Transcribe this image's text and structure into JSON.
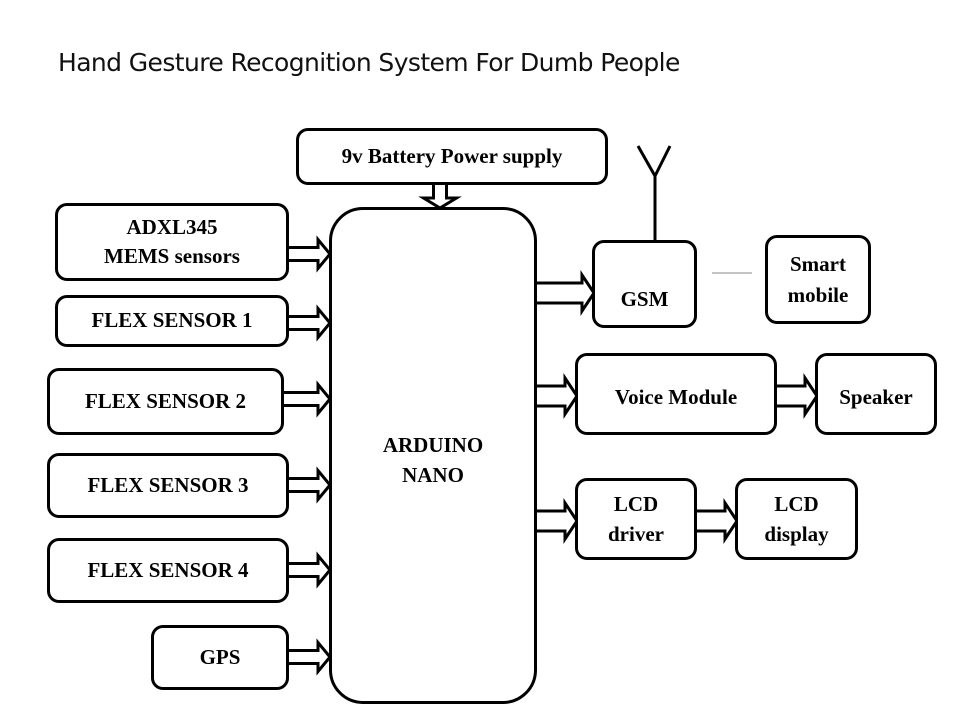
{
  "title": "Hand Gesture Recognition System For Dumb People",
  "blocks": {
    "battery": "9v Battery Power supply",
    "adxl": "ADXL345\nMEMS sensors",
    "flex1": "FLEX SENSOR 1",
    "flex2": "FLEX SENSOR 2",
    "flex3": "FLEX SENSOR 3",
    "flex4": "FLEX SENSOR 4",
    "gps": "GPS",
    "arduino": "ARDUINO\nNANO",
    "gsm": "GSM",
    "smart_mobile": "Smart\nmobile",
    "voice_module": "Voice Module",
    "speaker": "Speaker",
    "lcd_driver": "LCD\ndriver",
    "lcd_display": "LCD\ndisplay"
  },
  "connections": [
    {
      "from": "battery",
      "to": "arduino"
    },
    {
      "from": "adxl",
      "to": "arduino"
    },
    {
      "from": "flex1",
      "to": "arduino"
    },
    {
      "from": "flex2",
      "to": "arduino"
    },
    {
      "from": "flex3",
      "to": "arduino"
    },
    {
      "from": "flex4",
      "to": "arduino"
    },
    {
      "from": "gps",
      "to": "arduino"
    },
    {
      "from": "arduino",
      "to": "gsm"
    },
    {
      "from": "arduino",
      "to": "voice_module"
    },
    {
      "from": "voice_module",
      "to": "speaker"
    },
    {
      "from": "arduino",
      "to": "lcd_driver"
    },
    {
      "from": "lcd_driver",
      "to": "lcd_display"
    },
    {
      "from": "gsm",
      "to": "smart_mobile",
      "style": "wireless"
    }
  ]
}
